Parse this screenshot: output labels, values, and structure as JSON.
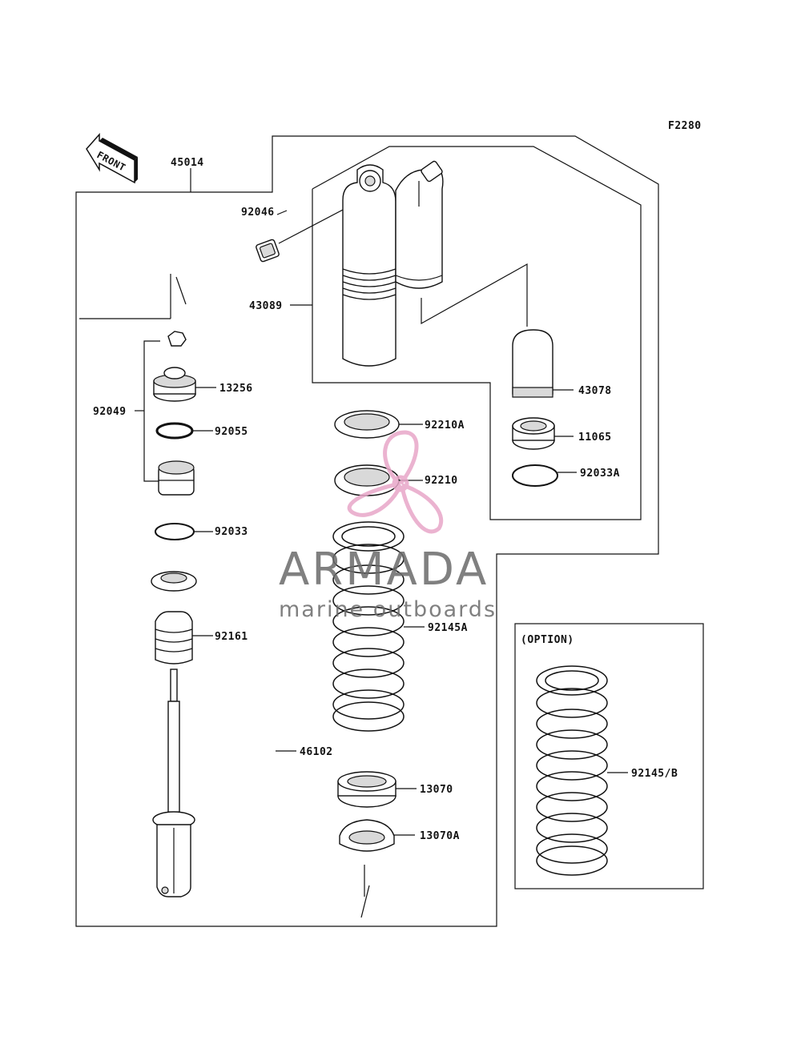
{
  "figure_code": "F2280",
  "front_label": "FRONT",
  "option_label": "(OPTION)",
  "watermark": {
    "brand": "ARMADA",
    "tagline": "marine outboards",
    "logo_color": "#e8a6c8"
  },
  "parts": {
    "p45014": "45014",
    "p92046": "92046",
    "p43089": "43089",
    "p43078": "43078",
    "p11065": "11065",
    "p92033A": "92033A",
    "p92210A": "92210A",
    "p92210": "92210",
    "p92145A": "92145A",
    "p92049": "92049",
    "p13256": "13256",
    "p92055": "92055",
    "p92033": "92033",
    "p92161": "92161",
    "p46102": "46102",
    "p13070": "13070",
    "p13070A": "13070A",
    "p92145B": "92145/B"
  }
}
